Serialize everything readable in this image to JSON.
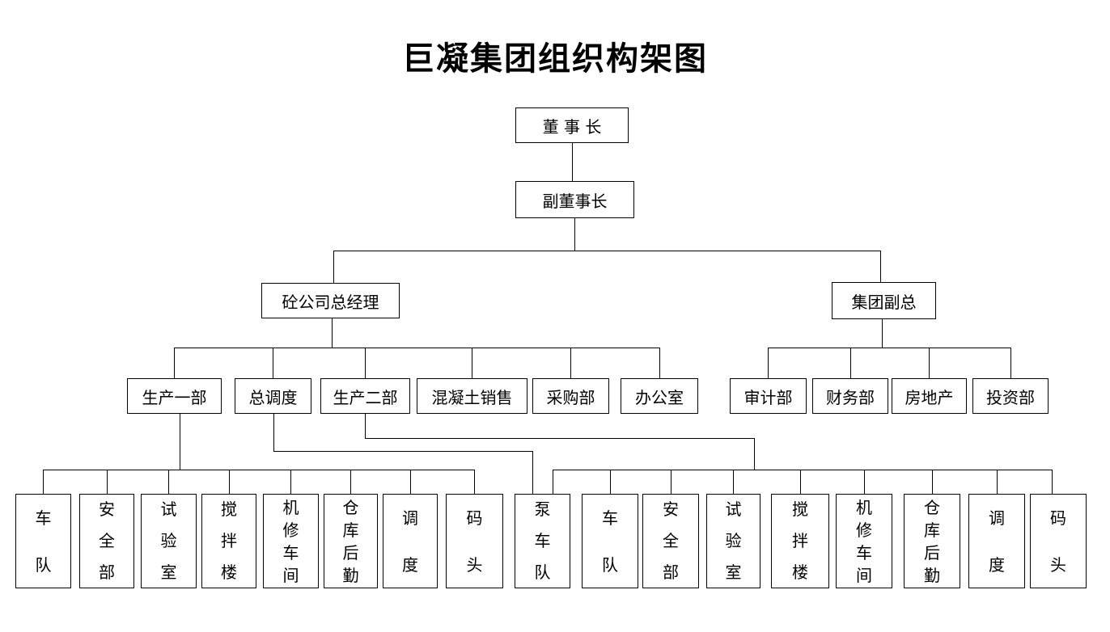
{
  "title": "巨凝集团组织构架图",
  "org": {
    "level1": {
      "chairman": "董 事 长"
    },
    "level2": {
      "vice_chairman": "副董事长"
    },
    "level3": {
      "concrete_gm": "砼公司总经理",
      "group_deputy": "集团副总"
    },
    "level4": {
      "production_1": "生产一部",
      "chief_dispatch": "总调度",
      "production_2": "生产二部",
      "concrete_sales": "混凝土销售",
      "purchasing": "采购部",
      "office": "办公室",
      "audit": "审计部",
      "finance": "财务部",
      "real_estate": "房地产",
      "investment": "投资部"
    },
    "level5_left": [
      "车队",
      "安全部",
      "试验室",
      "搅拌楼",
      "机修车间",
      "仓库后勤",
      "调度",
      "码头"
    ],
    "level5_right": [
      "泵车队",
      "车队",
      "安全部",
      "试验室",
      "搅拌楼",
      "机修车间",
      "仓库后勤",
      "调度",
      "码头"
    ]
  },
  "colors": {
    "background": "#ffffff",
    "line": "#000000",
    "text": "#000000"
  }
}
